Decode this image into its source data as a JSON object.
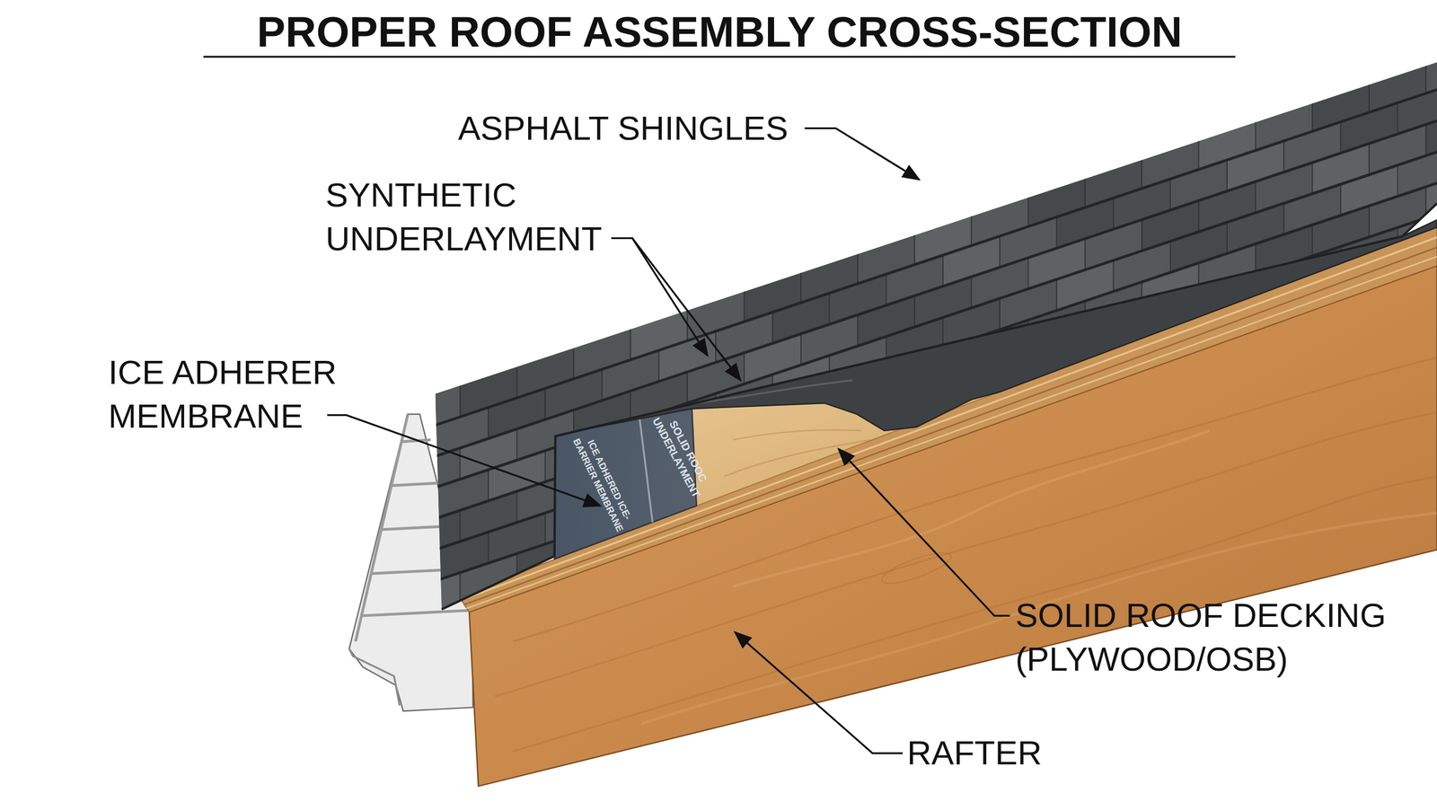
{
  "diagram": {
    "title": "PROPER ROOF ASSEMBLY CROSS-SECTION",
    "labels": [
      "ASPHALT SHINGLES",
      "SYNTHETIC UNDERLAYMENT",
      "ICE ADHERER MEMBRANE",
      "SOLID ROOC UNDERLAYMENT",
      "ICE ADHERED ICE-BARRIER MEMBRANE",
      "SOLID ROOF DECKING (PLYWOOD/OSB)",
      "RAFTER"
    ]
  }
}
